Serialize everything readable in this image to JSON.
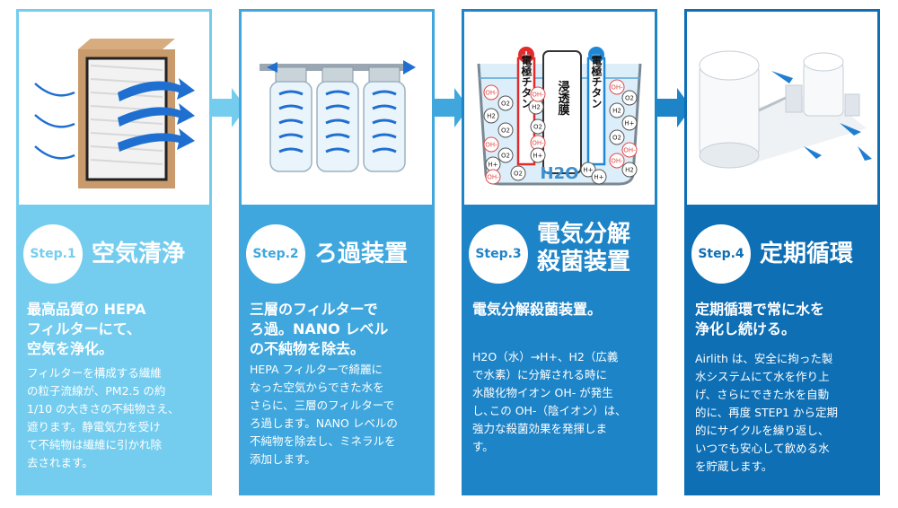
{
  "colors": {
    "step1": "#74cdef",
    "step2": "#3fa7de",
    "step3": "#1e84c8",
    "step4": "#0e6fb5"
  },
  "steps": [
    {
      "badge": "Step.1",
      "title": "空気清浄",
      "lead": "最高品質の HEPA\nフィルターにて、\n空気を浄化。",
      "desc": "フィルターを構成する繊維\nの粒子流線が、PM2.5 の約\n1/10 の大きさの不純物さえ、\n遮ります。静電気力を受け\nて不純物は繊維に引かれ除\n去されます。",
      "icon": "hepa-filter-icon"
    },
    {
      "badge": "Step.2",
      "title": "ろ過装置",
      "lead": "三層のフィルターで\nろ過。NANO レベル\nの不純物を除去。",
      "desc": "HEPA フィルターで綺麗に\nなった空気からできた水を\nさらに、三層のフィルターで\nろ過します。NANO レベルの\n不純物を除去し、ミネラルを\n添加します。",
      "icon": "triple-filter-icon"
    },
    {
      "badge": "Step.3",
      "title": "電気分解\n殺菌装置",
      "lead": "電気分解殺菌装置。",
      "desc": "H2O（水）→H+、H2（広義\nで水素）に分解される時に\n水酸化物イオン OH- が発生\nし､この OH-（陰イオン）は、\n強力な殺菌効果を発揮しま\nす。",
      "icon": "electrolysis-tank-icon",
      "diagram": {
        "plus": "+",
        "minus": "−",
        "electrode_left": "電極チタン",
        "membrane": "浸透膜",
        "electrode_right": "電極チタン",
        "water": "H2O",
        "ions": [
          "OH-",
          "O2",
          "H2",
          "O2",
          "OH-",
          "O2",
          "H+",
          "O2",
          "OH-",
          "H+",
          "OH-",
          "O2",
          "H2",
          "H+",
          "O2",
          "OH-",
          "OH-",
          "H2",
          "OH-",
          "H+",
          "O2",
          "H2",
          "OH-",
          "H+"
        ]
      }
    },
    {
      "badge": "Step.4",
      "title": "定期循環",
      "lead": "定期循環で常に水を\n浄化し続ける。",
      "desc": "Airlith は、安全に拘った製\n水システムにて水を作り上\nげ、さらにできた水を自動\n的に、再度 STEP1 から定期\n的にサイクルを繰り返し、\nいつでも安心して飲める水\nを貯蔵します。",
      "icon": "storage-tanks-icon"
    }
  ]
}
